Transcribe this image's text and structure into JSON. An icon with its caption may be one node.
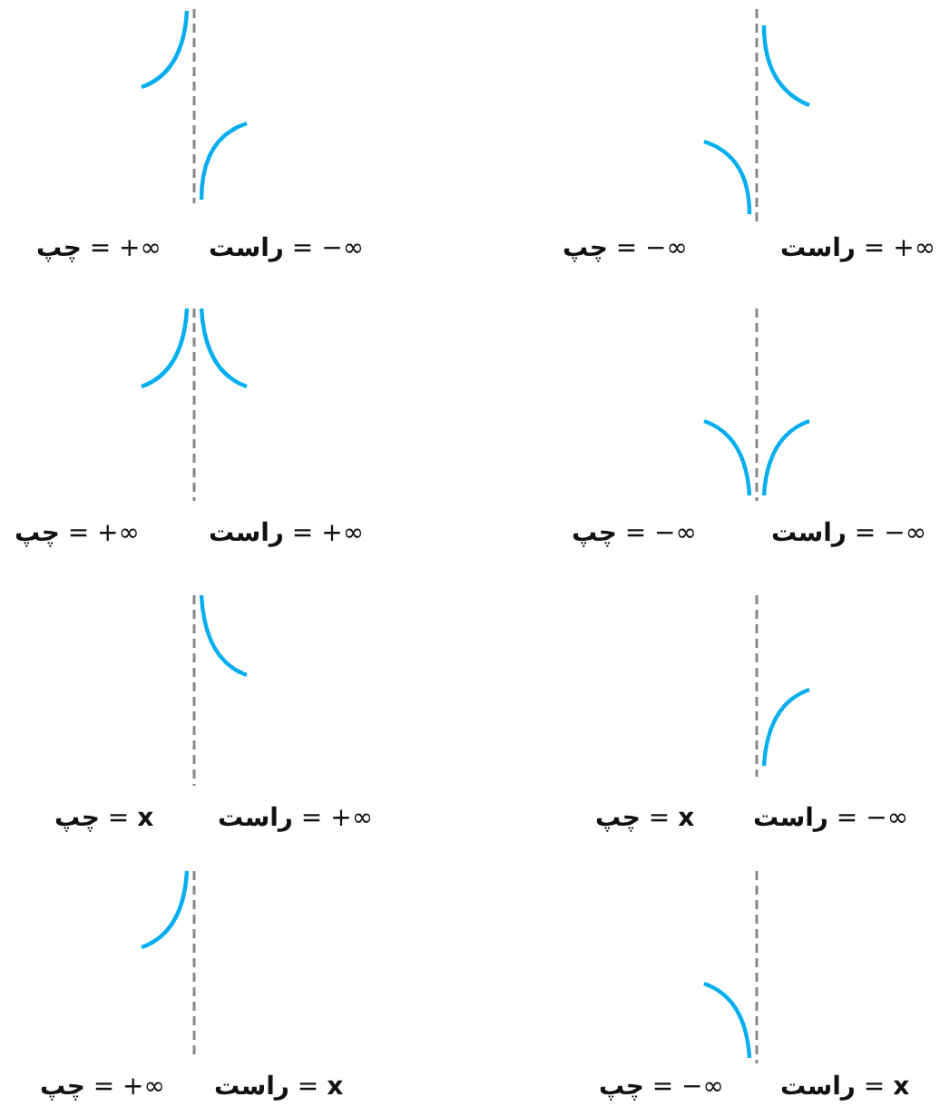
{
  "diagram": {
    "labels": [
      "**چپ** = +∞",
      "**راست** = −∞",
      "**چپ** = −∞",
      "**راست** = +∞",
      "**چپ** = +∞",
      "**راست** = +∞",
      "**چپ** = −∞",
      "**راست** = −∞",
      "**چپ** = **x**",
      "**راست** = +∞",
      "**چپ** = **x**",
      "**راست** = −∞",
      "**چپ** = +∞",
      "**راست** = **x**",
      "**چپ** = −∞",
      "**راست** = **x**"
    ]
  }
}
